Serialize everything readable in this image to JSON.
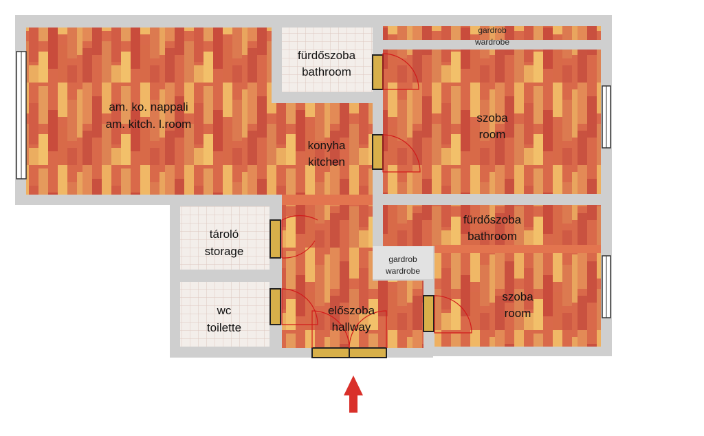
{
  "colors": {
    "wall": "#cfcfcf",
    "wood_base": "#d9694a",
    "tile": "#f3eeea",
    "tile_line": "#dcc6bf",
    "door_frame": "#d8b04a",
    "door_swing": "#d11a1a",
    "window": "#ffffff",
    "arrow": "#d9302a"
  },
  "rooms": {
    "living": {
      "line1": "am. ko. nappali",
      "line2": "am. kitch. l.room"
    },
    "bath_top": {
      "line1": "fürdőszoba",
      "line2": "bathroom"
    },
    "wardrobe_top": {
      "line1": "gardrob",
      "line2": "wardrobe"
    },
    "room_top": {
      "line1": "szoba",
      "line2": "room"
    },
    "kitchen": {
      "line1": "konyha",
      "line2": "kitchen"
    },
    "bath_mid": {
      "line1": "fürdőszoba",
      "line2": "bathroom"
    },
    "storage": {
      "line1": "tároló",
      "line2": "storage"
    },
    "wardrobe_mid": {
      "line1": "gardrob",
      "line2": "wardrobe"
    },
    "toilet": {
      "line1": "wc",
      "line2": "toilette"
    },
    "hallway": {
      "line1": "előszoba",
      "line2": "hallway"
    },
    "room_bottom": {
      "line1": "szoba",
      "line2": "room"
    }
  },
  "entrance": {
    "icon": "entrance-arrow-icon"
  }
}
